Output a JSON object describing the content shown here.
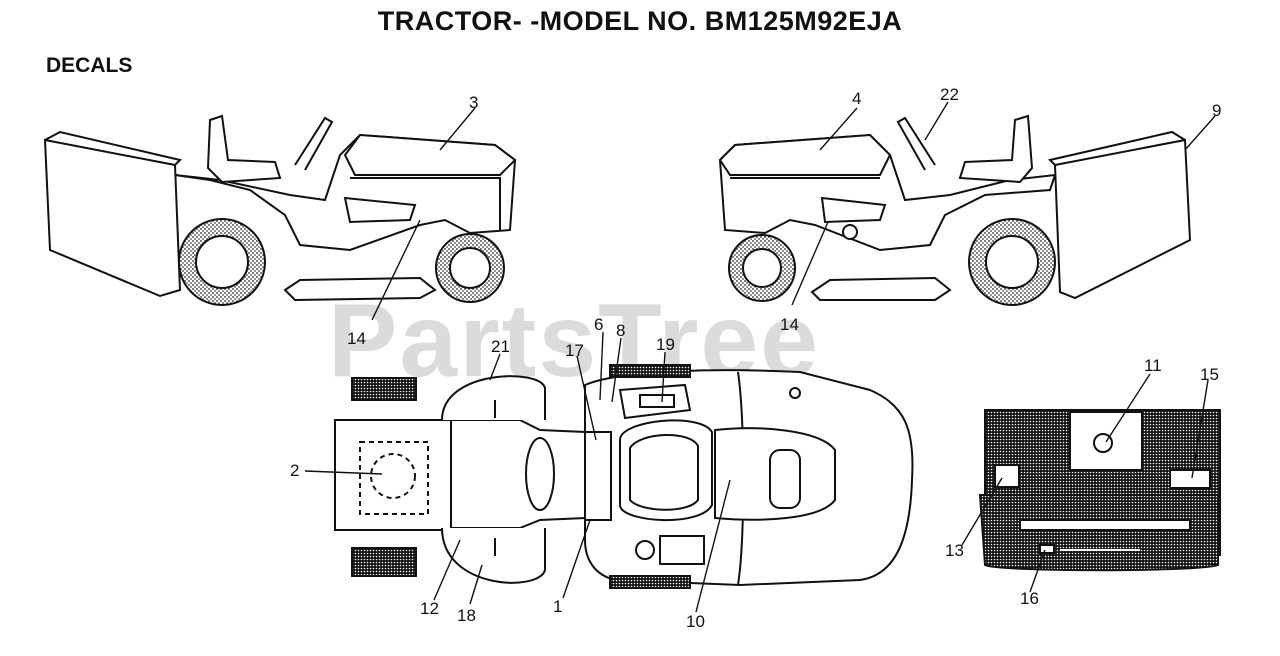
{
  "title": "TRACTOR- -MODEL NO. BM125M92EJA",
  "section_heading": "DECALS",
  "watermark": "PartsTree",
  "callouts": {
    "c1": "1",
    "c2": "2",
    "c3": "3",
    "c4": "4",
    "c6": "6",
    "c8": "8",
    "c9": "9",
    "c10": "10",
    "c11": "11",
    "c12": "12",
    "c13": "13",
    "c14a": "14",
    "c14b": "14",
    "c15": "15",
    "c16": "16",
    "c17": "17",
    "c18": "18",
    "c19": "19",
    "c21": "21",
    "c22": "22"
  }
}
